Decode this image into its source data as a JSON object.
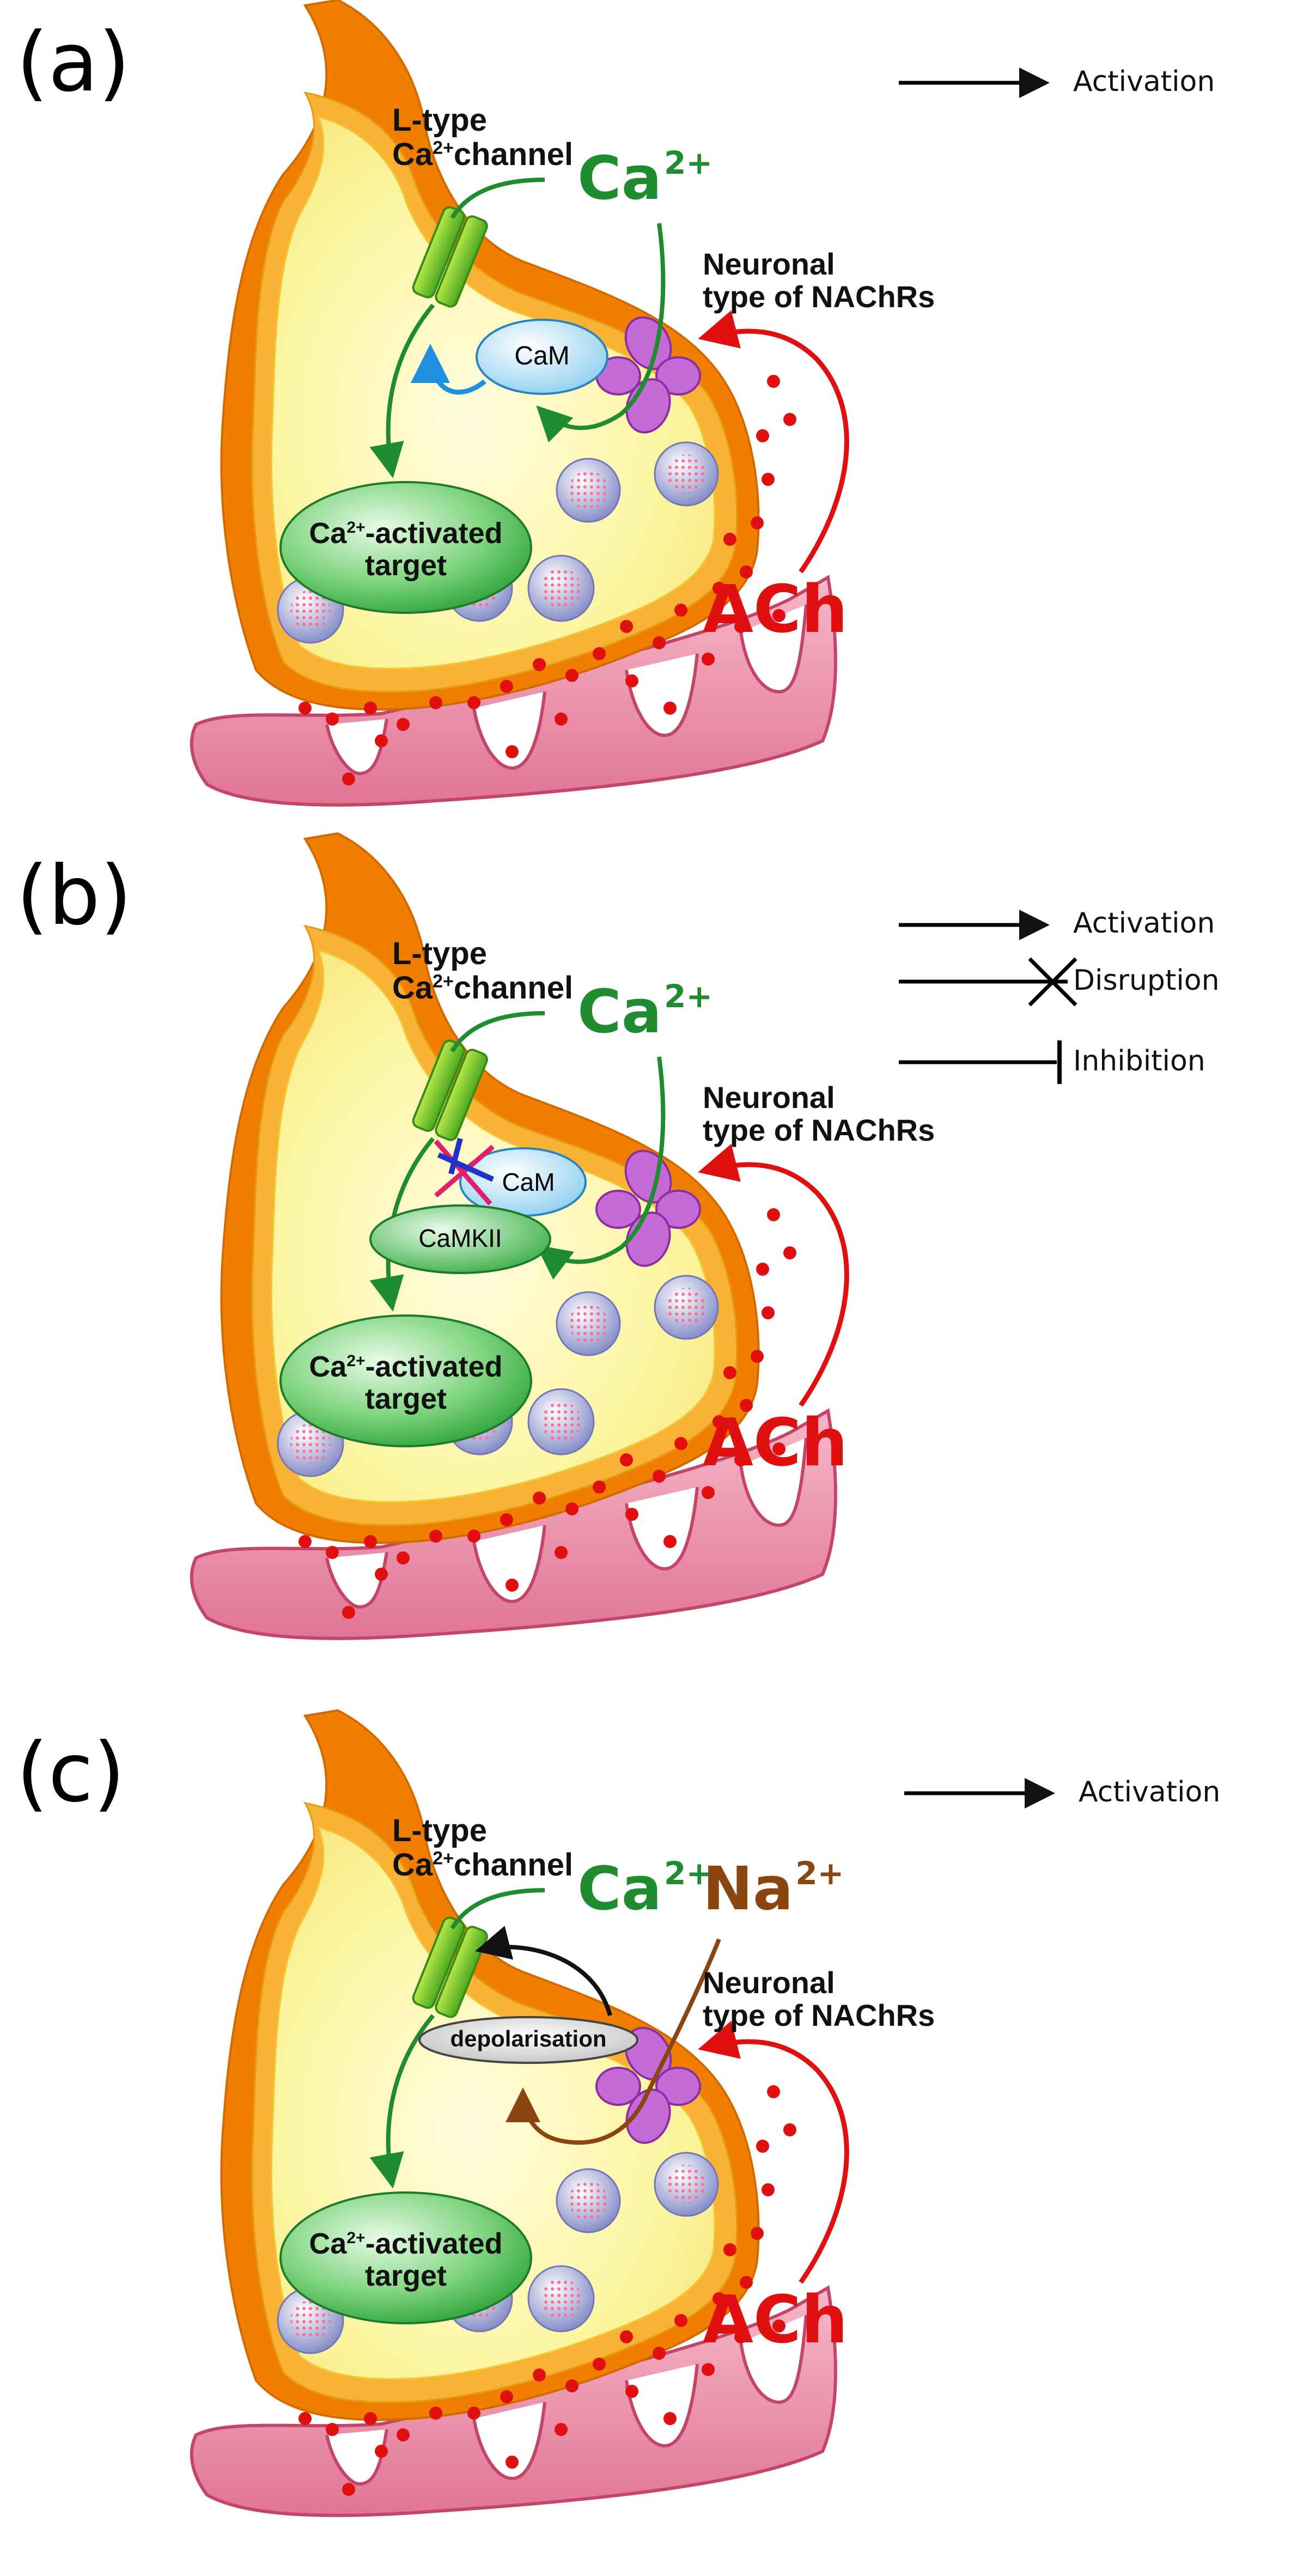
{
  "panels": [
    {
      "label": "(a)",
      "legend": [
        "Activation"
      ],
      "channel_label": [
        "L-type",
        "Ca",
        "channel"
      ],
      "ion1": "Ca",
      "ion1_charge": "2+",
      "receptor_label": [
        "Neuronal",
        "type of NAChRs"
      ],
      "cam_label": "CaM",
      "target_label": [
        "Ca",
        "-activated",
        "target"
      ],
      "ach_label": "ACh"
    },
    {
      "label": "(b)",
      "legend": [
        "Activation",
        "Disruption",
        "Inhibition"
      ],
      "channel_label": [
        "L-type",
        "Ca",
        "channel"
      ],
      "ion1": "Ca",
      "ion1_charge": "2+",
      "receptor_label": [
        "Neuronal",
        "type of NAChRs"
      ],
      "cam_label": "CaM",
      "camkii_label": "CaMKII",
      "target_label": [
        "Ca",
        "-activated",
        "target"
      ],
      "ach_label": "ACh"
    },
    {
      "label": "(c)",
      "legend": [
        "Activation"
      ],
      "channel_label": [
        "L-type",
        "Ca",
        "channel"
      ],
      "ion1": "Ca",
      "ion1_charge": "2+",
      "ion2": "Na",
      "ion2_charge": "2+",
      "receptor_label": [
        "Neuronal",
        "type of NAChRs"
      ],
      "depol_label": "depolarisation",
      "target_label": [
        "Ca",
        "-activated",
        "target"
      ],
      "ach_label": "ACh"
    }
  ],
  "colors": {
    "axon_orange": "#f07f00",
    "membrane_gold": "#f9b233",
    "cytoplasm": "#fdf6a6",
    "muscle_pink": "#f2a0b7",
    "ca_green": "#1e8c2f",
    "na_brown": "#8a4510",
    "ach_red": "#e01010",
    "receptor_purple": "#b04fc0",
    "cam_blue": "#bfe3f5"
  }
}
